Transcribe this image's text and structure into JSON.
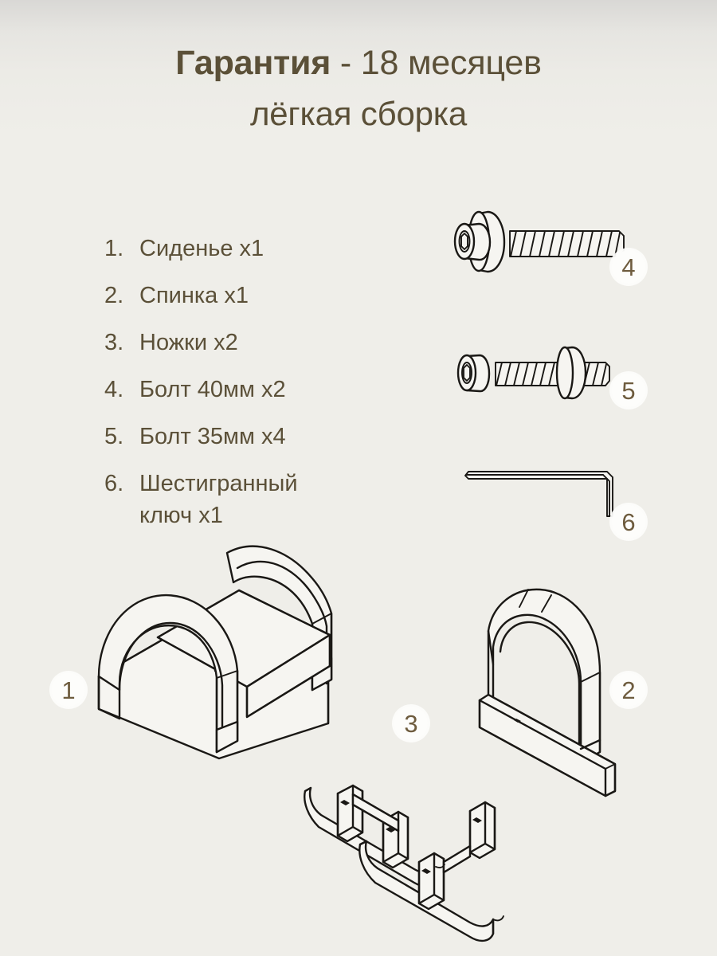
{
  "page": {
    "background_color": "#efeee9",
    "text_color": "#5b5038",
    "line_color": "#1a1815",
    "badge_text_color": "#6e5c3e"
  },
  "header": {
    "title_strong": "Гарантия",
    "title_rest": " - 18 месяцев",
    "subtitle": "лёгкая сборка"
  },
  "parts_list": [
    {
      "num": "1.",
      "text": "Сиденье x1"
    },
    {
      "num": "2.",
      "text": "Спинка x1"
    },
    {
      "num": "3.",
      "text": "Ножки x2"
    },
    {
      "num": "4.",
      "text": "Болт 40мм x2"
    },
    {
      "num": "5.",
      "text": "Болт 35мм x4"
    },
    {
      "num": "6.",
      "text": "Шестигранный\nключ x1"
    }
  ],
  "diagram_badges": {
    "seat": "1",
    "backrest": "2",
    "legs": "3",
    "bolt_40mm": "4",
    "bolt_35mm": "5",
    "hex_key": "6"
  }
}
